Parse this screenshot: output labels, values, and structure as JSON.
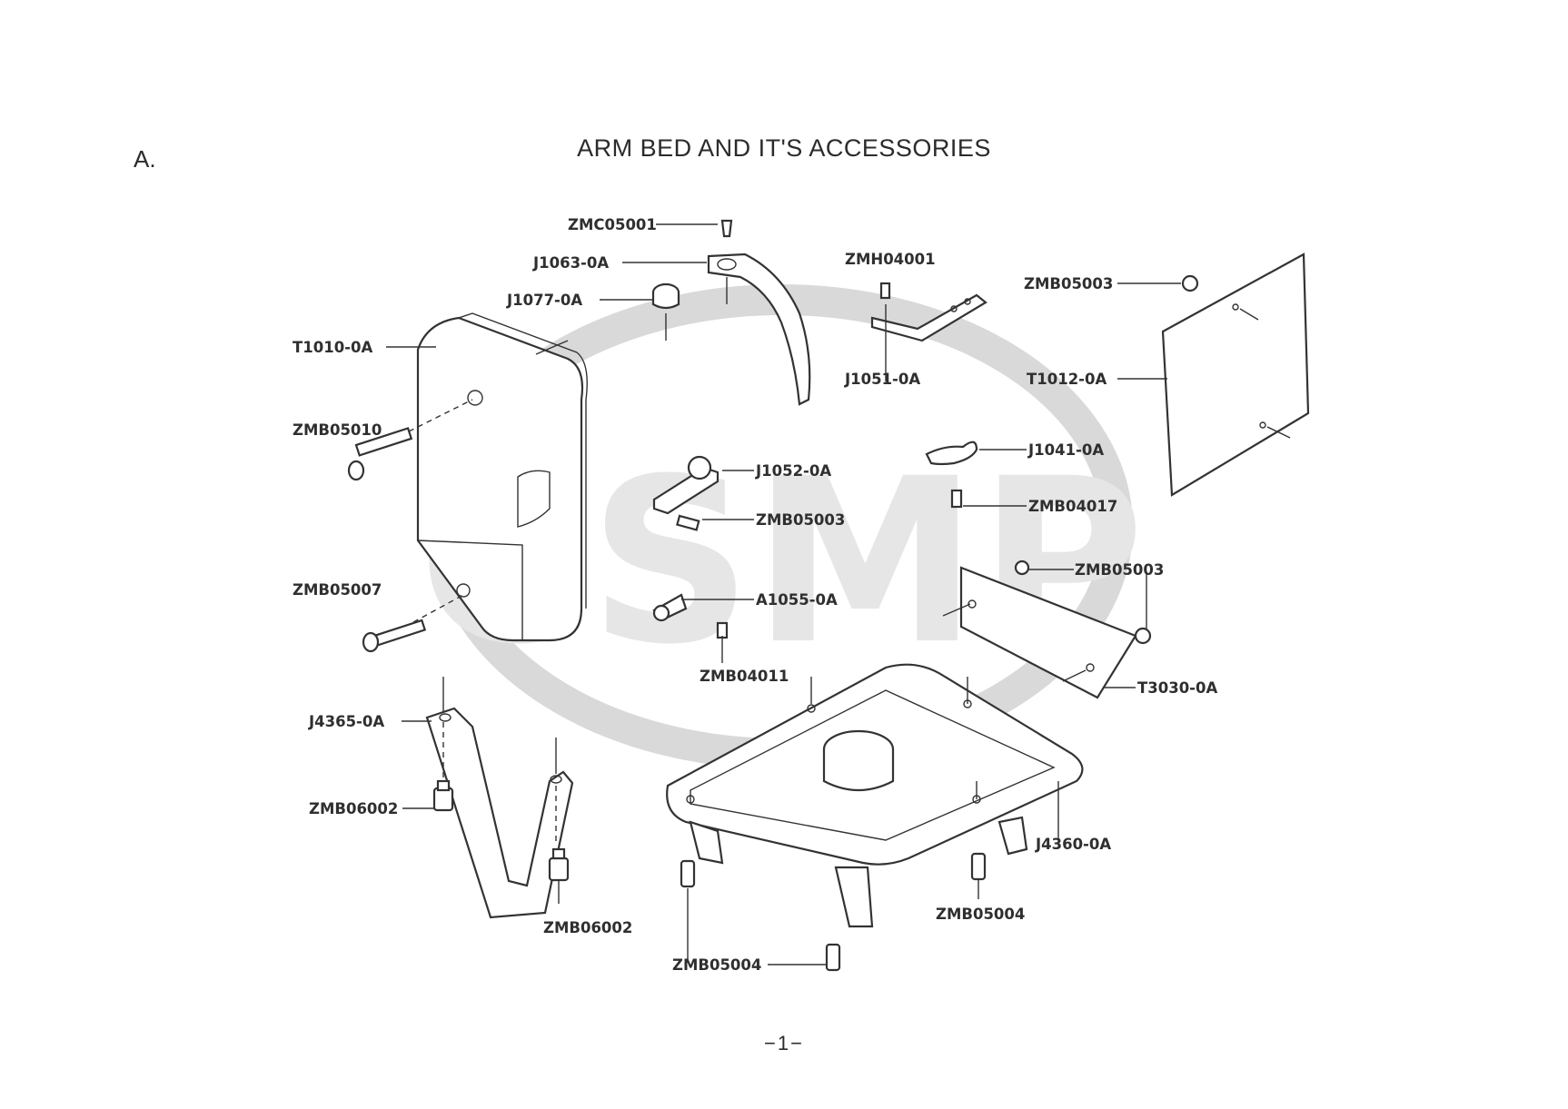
{
  "page": {
    "section_letter": "A.",
    "title": "ARM BED AND IT'S ACCESSORIES",
    "page_number": "−1−"
  },
  "watermark": {
    "text": "CSMP",
    "color": "#d9d9d9"
  },
  "parts": [
    "ZMC05001",
    "J1063-0A",
    "J1077-0A",
    "T1010-0A",
    "ZMB05010",
    "ZMB05007",
    "ZMH04001",
    "J1051-0A",
    "ZMB05003",
    "T1012-0A",
    "J1041-0A",
    "J1052-0A",
    "ZMB05003",
    "ZMB04017",
    "ZMB05003",
    "A1055-0A",
    "ZMB04011",
    "T3030-0A",
    "J4365-0A",
    "ZMB06002",
    "ZMB06002",
    "J4360-0A",
    "ZMB05004",
    "ZMB05004"
  ]
}
